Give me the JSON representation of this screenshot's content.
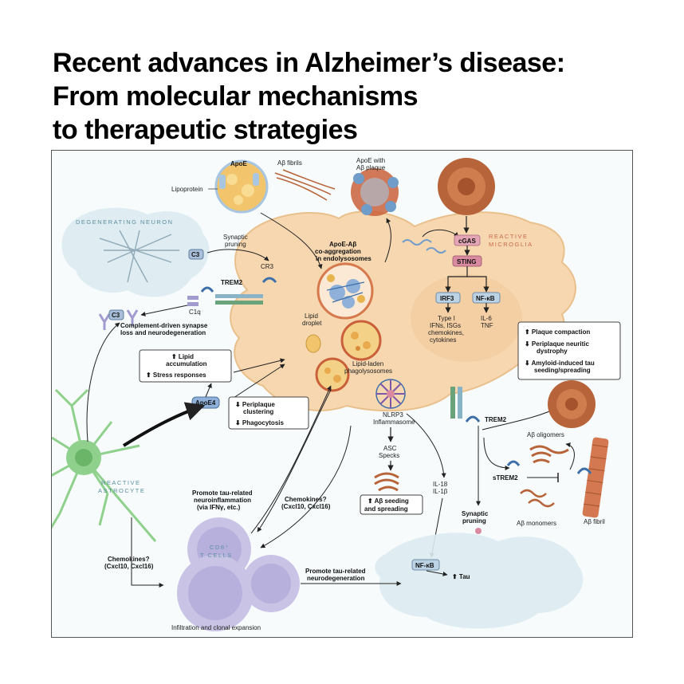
{
  "title": {
    "line1": "Recent advances in Alzheimer’s disease:",
    "line2": "From molecular mechanisms",
    "line3": "to therapeutic strategies"
  },
  "labels": {
    "apoe": "ApoE",
    "lipoprotein": "Lipoprotein",
    "ab_fibrils": "Aβ fibrils",
    "apoe_with_plaque_1": "ApoE with",
    "apoe_with_plaque_2": "Aβ plaque",
    "degenerating_neuron": "DEGENERATING NEURON",
    "synaptic_pruning_1": "Synaptic",
    "synaptic_pruning_2": "pruning",
    "c3_top": "C3",
    "cr3": "CR3",
    "trem2_left": "TREM2",
    "c1q": "C1q",
    "c3_left": "C3",
    "complement_1": "Complement-driven synapse",
    "complement_2": "loss and neurodegeneration",
    "apoe_ab_1": "ApoE-Aβ",
    "apoe_ab_2": "co-aggregation",
    "apoe_ab_3": "in endolysosomes",
    "cgas": "cGAS",
    "sting": "STING",
    "reactive_microglia_1": "REACTIVE",
    "reactive_microglia_2": "MICROGLIA",
    "irf3": "IRF3",
    "nfkb_top": "NF-κB",
    "type1_1": "Type I",
    "type1_2": "IFNs, ISGs",
    "type1_3": "chemokines,",
    "type1_4": "cytokines",
    "il6": "IL-6",
    "tnf": "TNF",
    "lipid_droplet_1": "Lipid",
    "lipid_droplet_2": "droplet",
    "lipid_laden_1": "Lipid-laden",
    "lipid_laden_2": "phagolysosomes",
    "box_lipid_1": "⬆ Lipid",
    "box_lipid_2": "accumulation",
    "box_lipid_3": "⬆ Stress responses",
    "apoe4": "ApoE4",
    "box_peri_1": "⬇ Periplaque",
    "box_peri_2": "clustering",
    "box_peri_3": "⬇ Phagocytosis",
    "nlrp3_1": "NLRP3",
    "nlrp3_2": "Inflammasome",
    "box_plaque_1": "⬆ Plaque compaction",
    "box_plaque_2": "⬇ Periplaque neuritic",
    "box_plaque_3": "dystrophy",
    "box_plaque_4": "⬇ Amyloid-induced tau",
    "box_plaque_5": "seeding/spreading",
    "trem2_right": "TREM2",
    "ab_oligomers": "Aβ oligomers",
    "strem2": "sTREM2",
    "ab_monomers": "Aβ monomers",
    "ab_fibril": "Aβ fibril",
    "asc_1": "ASC",
    "asc_2": "Specks",
    "box_seeding_1": "⬆ Aβ seeding",
    "box_seeding_2": "and spreading",
    "il18": "IL-18",
    "il1b": "IL-1β",
    "reactive_astrocyte_1": "REACTIVE",
    "reactive_astrocyte_2": "ASTROCYTE",
    "promote_tau_1": "Promote tau-related",
    "promote_tau_2": "neuroinflammation",
    "promote_tau_3": "(via IFNγ, etc.)",
    "chemokines_mid_1": "Chemokines?",
    "chemokines_mid_2": "(Cxcl10, Cxcl16)",
    "chemokines_left_1": "Chemokines?",
    "chemokines_left_2": "(Cxcl10, Cxcl16)",
    "cd8_1": "CD8⁺",
    "cd8_2": "T CELLS",
    "promote_neuro_1": "Promote tau-related",
    "promote_neuro_2": "neurodegeneration",
    "synaptic_pruning_r1": "Synaptic",
    "synaptic_pruning_r2": "pruning",
    "nfkb_bottom": "NF-κB",
    "tau": "⬆ Tau",
    "infiltration": "Infiltration and clonal expansion"
  },
  "colors": {
    "microglia": "#f6d7b0",
    "microglia_stroke": "#e9c08c",
    "neuron": "#dcebf1",
    "astrocyte": "#8fd18c",
    "tcell": "#c9c4e6",
    "cgas": "#e4a6b6",
    "sting": "#d98aa0",
    "nfkb": "#bcd3e6",
    "fibril": "#b8643a"
  }
}
